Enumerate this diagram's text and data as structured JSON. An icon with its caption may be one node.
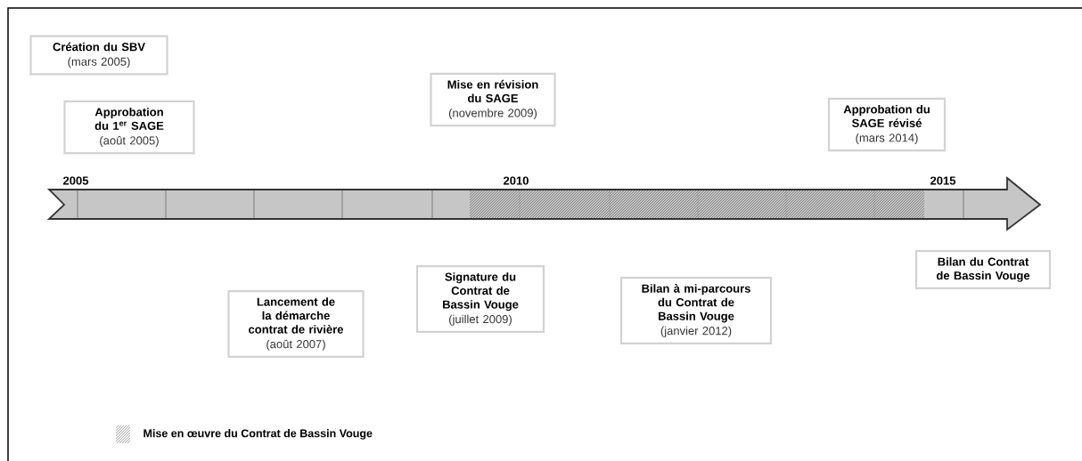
{
  "diagram": {
    "nodes": [
      {
        "text": [
          "Création du SBV",
          "(mars 2005)"
        ]
      },
      {
        "text": [
          "Approbation du 1$^{er}$ SAGE",
          "(août 2005)"
        ]
      },
      {
        "text": [
          "Mise en révision du SAGE",
          "(novembre 2009)"
        ]
      },
      {
        "text": [
          "Approbation du SAGE révisé",
          "(mars 2014)"
        ]
      },
      {
        "text": [
          "Lancement de la démarche contrat de rivière",
          "(août 2007)"
        ]
      },
      {
        "text": [
          "Signature du Contrat de Bassin Vouge",
          "(juillet 2009)"
        ]
      },
      {
        "text": [
          "Bilan à mi-parcours du Contrat de Bassin Vouge",
          "(janvier 2012)"
        ]
      },
      {
        "text": [
          "Bilan du Contrat de Bassin Vouge"
        ]
      }
    ],
    "edges": [],
    "labels": [
      "2005",
      "2010",
      "2015"
    ],
    "legend": [
      {
        "text": "Mise en œuvre du Contrat de Bassin Vouge"
      }
    ]
  }
}
